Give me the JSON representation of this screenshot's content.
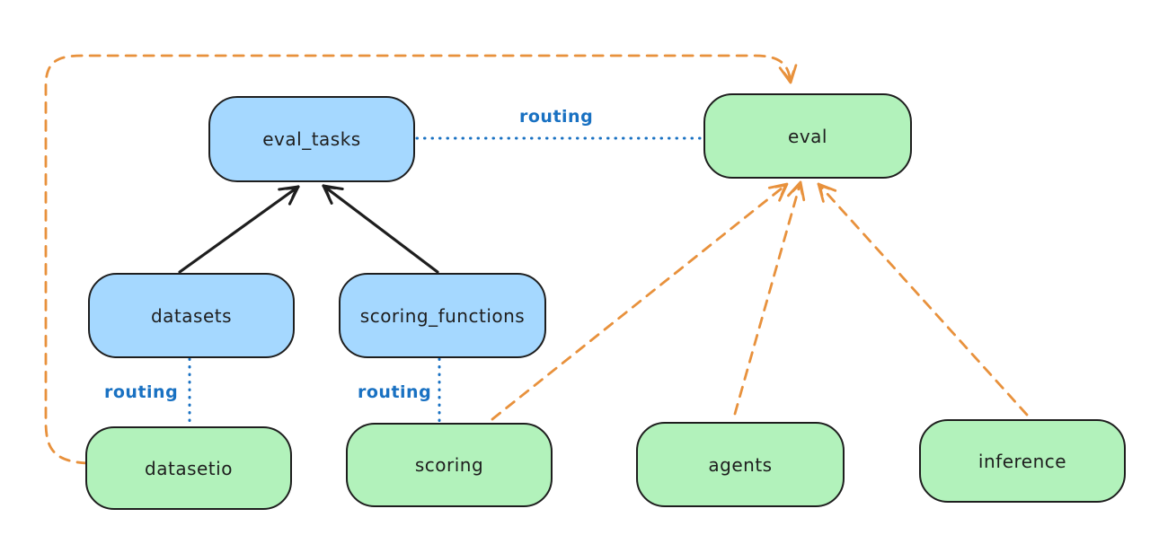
{
  "diagram": {
    "background_color": "#ffffff",
    "colors": {
      "blue_node_fill": "#a5d8ff",
      "green_node_fill": "#b2f2bb",
      "node_border": "#1e1e1e",
      "node_text": "#1e1e1e",
      "routing_blue": "#1971c2",
      "orange_dashed": "#e8913c",
      "black_arrow": "#1e1e1e"
    },
    "nodes": [
      {
        "id": "eval_tasks",
        "label": "eval_tasks",
        "color": "blue"
      },
      {
        "id": "eval",
        "label": "eval",
        "color": "green"
      },
      {
        "id": "datasets",
        "label": "datasets",
        "color": "blue"
      },
      {
        "id": "scoring_functions",
        "label": "scoring_functions",
        "color": "blue"
      },
      {
        "id": "datasetio",
        "label": "datasetio",
        "color": "green"
      },
      {
        "id": "scoring",
        "label": "scoring",
        "color": "green"
      },
      {
        "id": "agents",
        "label": "agents",
        "color": "green"
      },
      {
        "id": "inference",
        "label": "inference",
        "color": "green"
      }
    ],
    "edges": [
      {
        "from": "datasets",
        "to": "eval_tasks",
        "style": "solid-black-arrow",
        "label": ""
      },
      {
        "from": "scoring_functions",
        "to": "eval_tasks",
        "style": "solid-black-arrow",
        "label": ""
      },
      {
        "from": "eval_tasks",
        "to": "eval",
        "style": "dotted-blue",
        "label": "routing"
      },
      {
        "from": "datasets",
        "to": "datasetio",
        "style": "dotted-blue",
        "label": "routing"
      },
      {
        "from": "scoring_functions",
        "to": "scoring",
        "style": "dotted-blue",
        "label": "routing"
      },
      {
        "from": "datasetio",
        "to": "eval",
        "style": "dashed-orange-arrow",
        "label": ""
      },
      {
        "from": "scoring",
        "to": "eval",
        "style": "dashed-orange-arrow",
        "label": ""
      },
      {
        "from": "agents",
        "to": "eval",
        "style": "dashed-orange-arrow",
        "label": ""
      },
      {
        "from": "inference",
        "to": "eval",
        "style": "dashed-orange-arrow",
        "label": ""
      }
    ]
  }
}
